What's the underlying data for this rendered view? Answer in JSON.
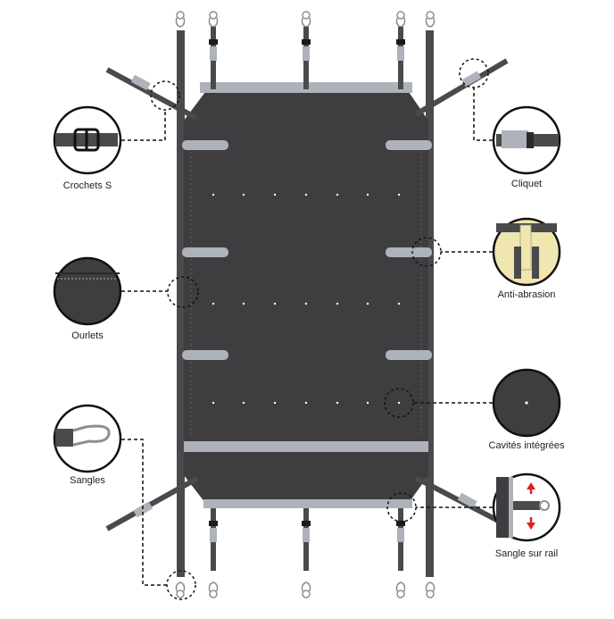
{
  "colors": {
    "cover": "#3e3e40",
    "strap": "#4a4a4c",
    "reinforcement": "#aeb3bb",
    "callout": "#111111",
    "anti_abrasion_fill": "#efe6b0",
    "arrow_red": "#e0201b"
  },
  "callouts": {
    "s_hooks": {
      "label": "Crochets S",
      "icon": "s-hook-buckle-icon"
    },
    "ratchet": {
      "label": "Cliquet",
      "icon": "ratchet-icon"
    },
    "anti_abrasion": {
      "label": "Anti-abrasion",
      "icon": "anti-abrasion-patch-icon"
    },
    "hems": {
      "label": "Ourlets",
      "icon": "hem-icon"
    },
    "cavities": {
      "label": "Cavités intégrées",
      "icon": "cavity-icon"
    },
    "straps": {
      "label": "Sangles",
      "icon": "strap-hook-icon"
    },
    "rail_strap": {
      "label": "Sangle sur rail",
      "icon": "rail-strap-icon"
    }
  }
}
